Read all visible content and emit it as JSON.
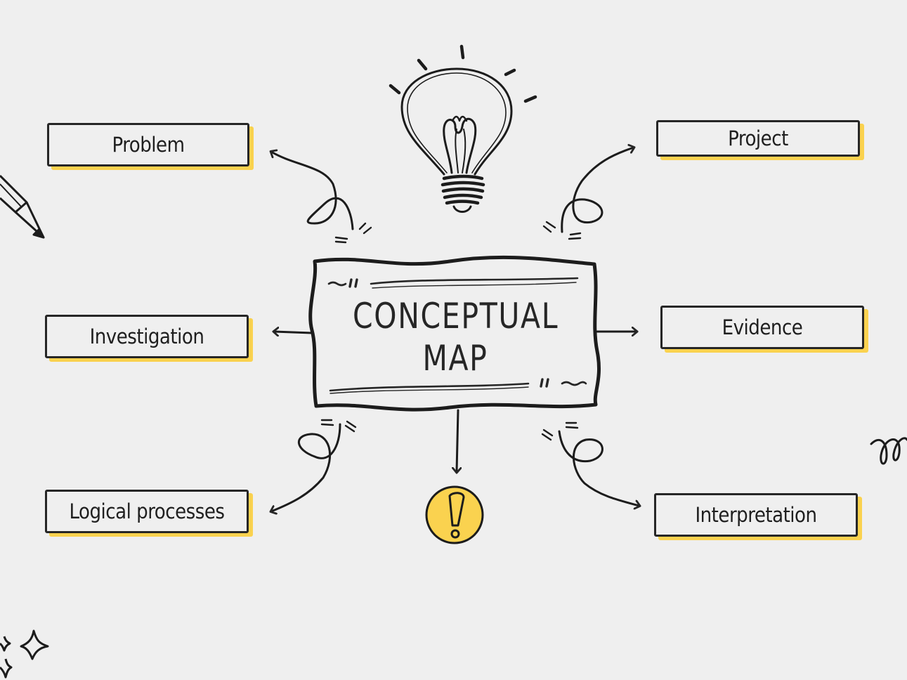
{
  "center": {
    "line1": "CONCEPTUAL",
    "line2": "MAP"
  },
  "nodes": {
    "problem": "Problem",
    "project": "Project",
    "investigation": "Investigation",
    "evidence": "Evidence",
    "logical_processes": "Logical processes",
    "interpretation": "Interpretation"
  },
  "colors": {
    "background": "#efefef",
    "ink": "#262626",
    "highlight": "#fad24f"
  },
  "icons": [
    "lightbulb-icon",
    "pencil-icon",
    "exclamation-icon",
    "sparkle-icon",
    "squiggle-icon"
  ]
}
